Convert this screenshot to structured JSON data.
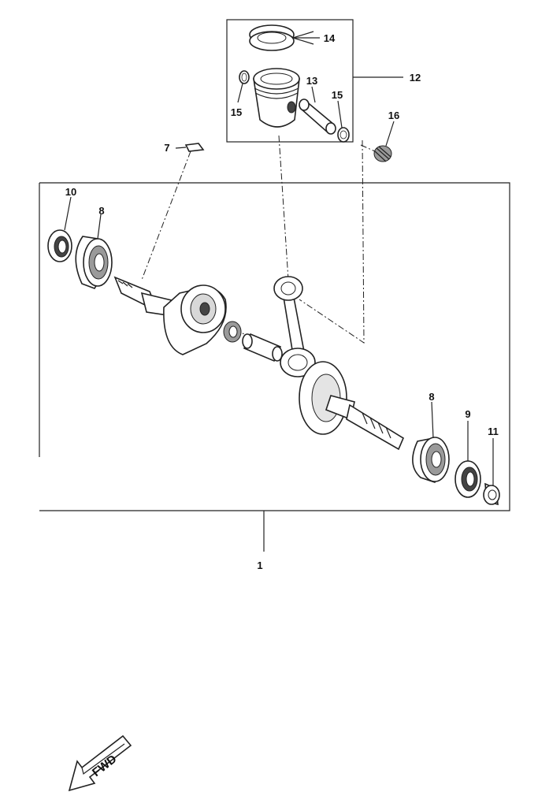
{
  "callouts": {
    "crankshaft_assembly": "1",
    "key": "7",
    "bearing_left": "8",
    "bearing_right": "8",
    "oil_seal_right": "9",
    "oil_seal_left": "10",
    "collar": "11",
    "piston": "12",
    "piston_pin": "13",
    "piston_ring": "14",
    "clip_left": "15",
    "clip_right": "15",
    "needle_bearing": "16"
  },
  "direction": {
    "label": "FWD"
  }
}
